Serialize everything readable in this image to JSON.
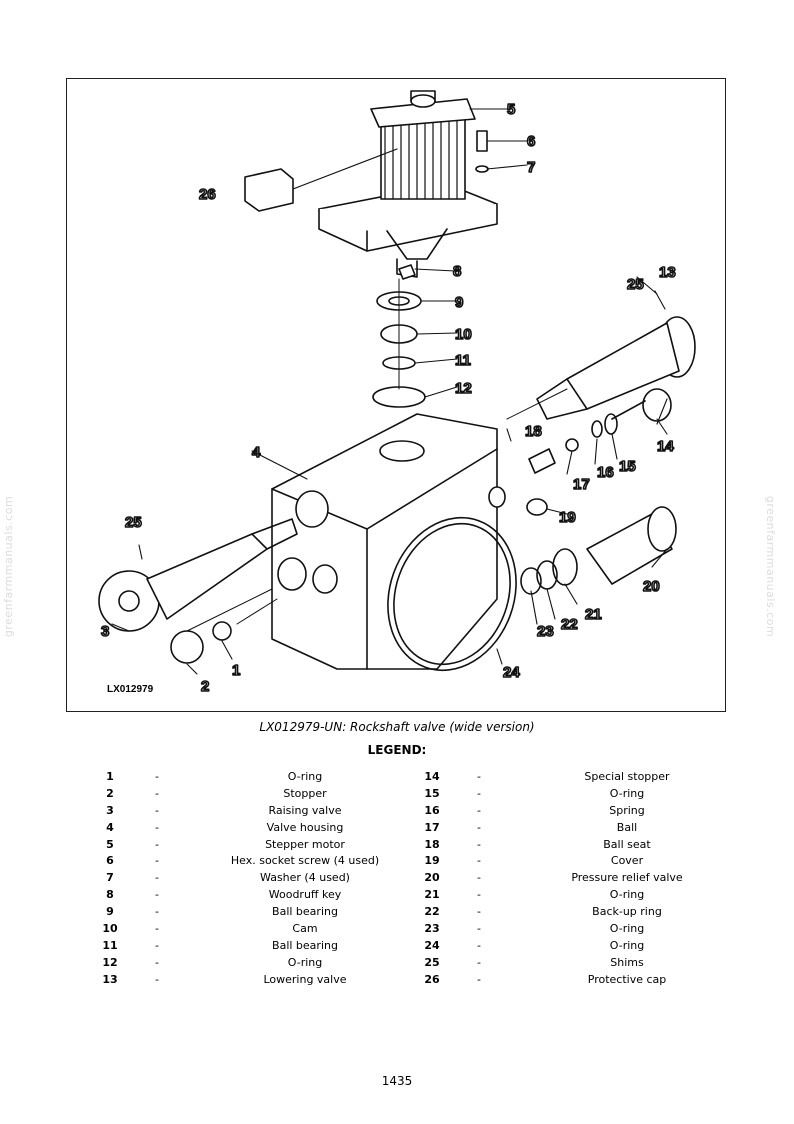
{
  "figure": {
    "id_label": "LX012979",
    "callouts": {
      "c1": "1",
      "c2": "2",
      "c3": "3",
      "c4": "4",
      "c5": "5",
      "c6": "6",
      "c7": "7",
      "c8": "8",
      "c9": "9",
      "c10": "10",
      "c11": "11",
      "c12": "12",
      "c13": "13",
      "c14": "14",
      "c15": "15",
      "c16": "16",
      "c17": "17",
      "c18": "18",
      "c19": "19",
      "c20": "20",
      "c21": "21",
      "c22": "22",
      "c23": "23",
      "c24": "24",
      "c25a": "25",
      "c25b": "25",
      "c26": "26"
    }
  },
  "caption": "LX012979-UN: Rockshaft valve (wide version)",
  "legend_title": "LEGEND:",
  "legend": {
    "dash": "-",
    "left": [
      {
        "num": "1",
        "desc": "O-ring"
      },
      {
        "num": "2",
        "desc": "Stopper"
      },
      {
        "num": "3",
        "desc": "Raising valve"
      },
      {
        "num": "4",
        "desc": "Valve housing"
      },
      {
        "num": "5",
        "desc": "Stepper motor"
      },
      {
        "num": "6",
        "desc": "Hex. socket screw (4 used)"
      },
      {
        "num": "7",
        "desc": "Washer (4 used)"
      },
      {
        "num": "8",
        "desc": "Woodruff key"
      },
      {
        "num": "9",
        "desc": "Ball bearing"
      },
      {
        "num": "10",
        "desc": "Cam"
      },
      {
        "num": "11",
        "desc": "Ball bearing"
      },
      {
        "num": "12",
        "desc": "O-ring"
      },
      {
        "num": "13",
        "desc": "Lowering valve"
      }
    ],
    "right": [
      {
        "num": "14",
        "desc": "Special stopper"
      },
      {
        "num": "15",
        "desc": "O-ring"
      },
      {
        "num": "16",
        "desc": "Spring"
      },
      {
        "num": "17",
        "desc": "Ball"
      },
      {
        "num": "18",
        "desc": "Ball seat"
      },
      {
        "num": "19",
        "desc": "Cover"
      },
      {
        "num": "20",
        "desc": "Pressure relief valve"
      },
      {
        "num": "21",
        "desc": "O-ring"
      },
      {
        "num": "22",
        "desc": "Back-up ring"
      },
      {
        "num": "23",
        "desc": "O-ring"
      },
      {
        "num": "24",
        "desc": "O-ring"
      },
      {
        "num": "25",
        "desc": "Shims"
      },
      {
        "num": "26",
        "desc": "Protective cap"
      }
    ]
  },
  "watermark": "greenfarmmanuals.com",
  "page_number": "1435"
}
